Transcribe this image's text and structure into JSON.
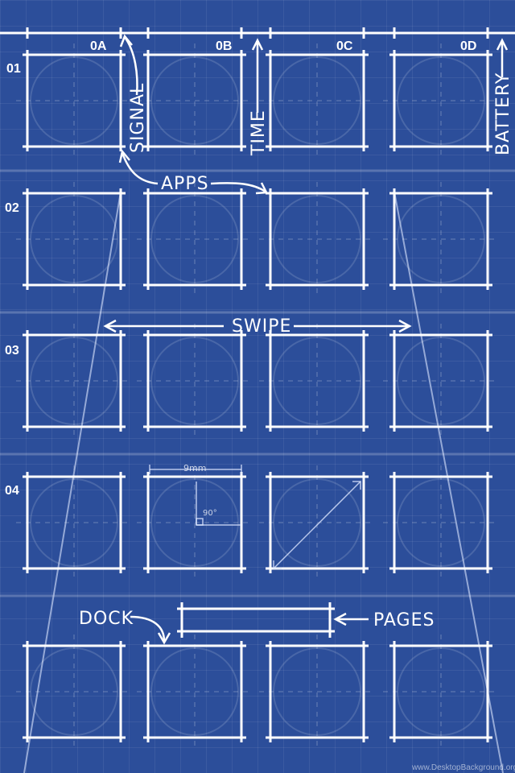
{
  "columns": [
    "0A",
    "0B",
    "0C",
    "0D"
  ],
  "rows": [
    "01",
    "02",
    "03",
    "04"
  ],
  "labels": {
    "signal": "SIGNAL",
    "time": "TIME",
    "battery": "BATTERY",
    "apps": "APPS",
    "swipe": "SWIPE",
    "dock": "DOCK",
    "pages": "PAGES"
  },
  "dimensions": {
    "width_label": "9mm",
    "angle_label": "90°"
  },
  "watermark": "www.DesktopBackground.org",
  "colors": {
    "background": "#2c4e9a",
    "line": "#ffffff"
  },
  "icons": [
    {
      "id": "app-icon-r1-c1"
    },
    {
      "id": "app-icon-r1-c2"
    },
    {
      "id": "app-icon-r1-c3"
    },
    {
      "id": "app-icon-r1-c4"
    },
    {
      "id": "app-icon-r2-c1"
    },
    {
      "id": "app-icon-r2-c2"
    },
    {
      "id": "app-icon-r2-c3"
    },
    {
      "id": "app-icon-r2-c4"
    },
    {
      "id": "app-icon-r3-c1"
    },
    {
      "id": "app-icon-r3-c2"
    },
    {
      "id": "app-icon-r3-c3"
    },
    {
      "id": "app-icon-r3-c4"
    },
    {
      "id": "app-icon-r4-c1"
    },
    {
      "id": "app-icon-r4-c2"
    },
    {
      "id": "app-icon-r4-c3"
    },
    {
      "id": "app-icon-r4-c4"
    },
    {
      "id": "dock-icon-1"
    },
    {
      "id": "dock-icon-2"
    },
    {
      "id": "dock-icon-3"
    },
    {
      "id": "dock-icon-4"
    }
  ]
}
